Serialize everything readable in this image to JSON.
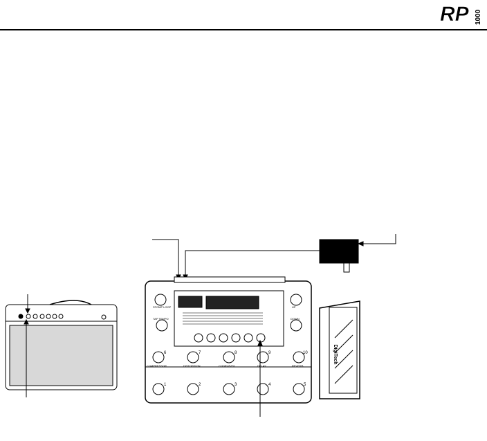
{
  "header": {
    "logo_text": "RP",
    "logo_model": "1000"
  },
  "pedalboard": {
    "brand_vertical": "DigiTech",
    "left_buttons": [
      "STOMP LOOP",
      "TAP TEMPO"
    ],
    "right_buttons": [
      "UP",
      "DOWN"
    ],
    "stomp_labels": [
      "COMPRESSOR",
      "DISTORTION",
      "CHORUS/FX",
      "DELAY",
      "REVERB"
    ],
    "top_row_numbers": [
      "6",
      "7",
      "8",
      "9",
      "10"
    ],
    "bottom_row_numbers": [
      "1",
      "2",
      "3",
      "4",
      "5"
    ],
    "knob_count": 6
  },
  "colors": {
    "ink": "#000000",
    "paper": "#ffffff",
    "panel_gray": "#d8d8d8",
    "display_dark": "#222222"
  }
}
